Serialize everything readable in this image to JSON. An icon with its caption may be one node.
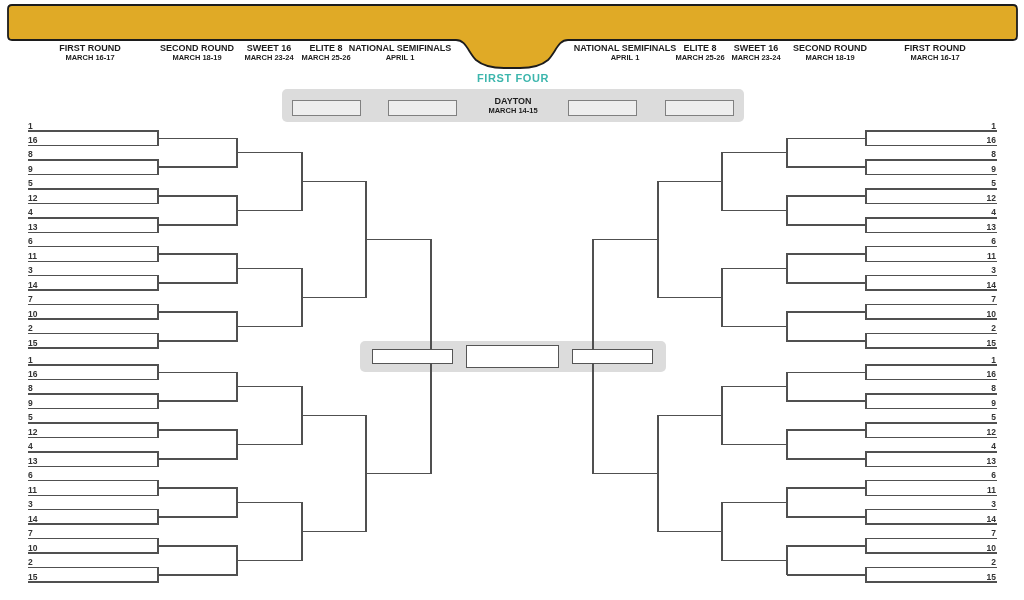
{
  "diagram": {
    "nodes": [
      {
        "text": [
          "FIRST FOUR",
          "DAYTON",
          "MARCH 14-15"
        ]
      },
      {
        "text": [],
        "shape": "box",
        "in": 0
      },
      {
        "text": [],
        "shape": "box",
        "in": 0
      },
      {
        "text": [],
        "shape": "box",
        "in": 0
      },
      {
        "text": [],
        "shape": "box",
        "in": 0
      },
      {
        "text": [],
        "shape": "box"
      },
      {
        "text": [],
        "shape": "box",
        "in": 5
      },
      {
        "text": [],
        "shape": "box",
        "in": 5
      },
      {
        "text": [],
        "shape": "box",
        "in": 5
      }
    ],
    "labels": [
      "FIRST ROUND",
      "MARCH 16-17",
      "SECOND ROUND",
      "MARCH 18-19",
      "SWEET 16",
      "MARCH 23-24",
      "ELITE 8",
      "MARCH 25-26",
      "NATIONAL SEMIFINALS",
      "APRIL 1",
      "NATIONAL SEMIFINALS",
      "APRIL 1",
      "ELITE 8",
      "MARCH 25-26",
      "SWEET 16",
      "MARCH 23-24",
      "SECOND ROUND",
      "MARCH 18-19",
      "FIRST ROUND",
      "MARCH 16-17",
      "1",
      "1",
      "16",
      "16",
      "8",
      "8",
      "9",
      "9",
      "5",
      "5",
      "12",
      "12",
      "4",
      "4",
      "13",
      "13",
      "6",
      "6",
      "11",
      "11",
      "3",
      "3",
      "14",
      "14",
      "7",
      "7",
      "10",
      "10",
      "2",
      "2",
      "15",
      "15",
      "1",
      "1",
      "16",
      "16",
      "8",
      "8",
      "9",
      "9",
      "5",
      "5",
      "12",
      "12",
      "4",
      "4",
      "13",
      "13",
      "6",
      "6",
      "11",
      "11",
      "3",
      "3",
      "14",
      "14",
      "7",
      "7",
      "10",
      "10",
      "2",
      "2",
      "15",
      "15"
    ]
  }
}
